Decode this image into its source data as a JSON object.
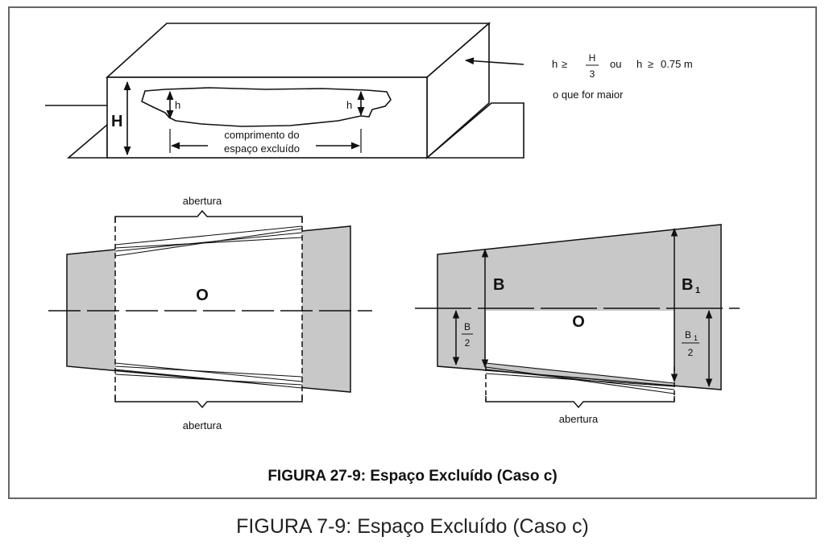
{
  "top_view": {
    "H": "H",
    "h_left": "h",
    "h_right": "h",
    "length_line1": "comprimento do",
    "length_line2": "espaço excluído"
  },
  "rule": {
    "lhs1": "h",
    "H": "H",
    "three": "3",
    "ou": "ou",
    "lhs2": "h",
    "rhs": "0.75 m",
    "note": "o que for maior"
  },
  "left_view": {
    "opening_top": "abertura",
    "opening_bottom": "abertura",
    "O": "O"
  },
  "right_view": {
    "B": "B",
    "B1": "B",
    "sub1": "1",
    "half_B_num": "B",
    "half_B_den": "2",
    "half_B1_num": "B",
    "half_B1_sub": "1",
    "half_B1_den": "2",
    "O": "O",
    "opening": "abertura"
  },
  "figure_caption": "FIGURA 27-9: Espaço Excluído (Caso c)",
  "bottom_caption": "FIGURA 7-9: Espaço Excluído (Caso c)",
  "colors": {
    "fill": "#c8c8c8",
    "line": "#111111",
    "frame": "#666666"
  }
}
